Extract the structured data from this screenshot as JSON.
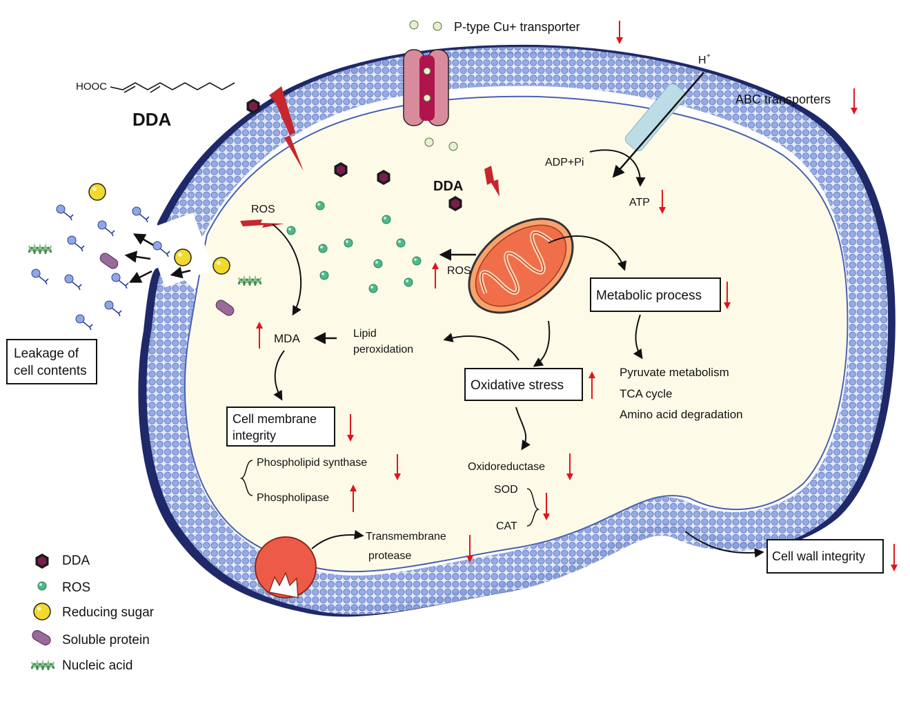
{
  "labels": {
    "cu_transporter": "P-type Cu+ transporter",
    "proton": "H",
    "proton_sup": "+",
    "abc_transporters": "ABC transporters",
    "adp_pi": "ADP+Pi",
    "atp": "ATP",
    "dda_title": "DDA",
    "dda_inside": "DDA",
    "dda_formula": "HOOC",
    "ros_top": "ROS",
    "ros_mito": "ROS",
    "metabolic_process": "Metabolic process",
    "mda": "MDA",
    "lipid_peroxidation_1": "Lipid",
    "lipid_peroxidation_2": "peroxidation",
    "oxidative_stress": "Oxidative stress",
    "pyruvate": "Pyruvate metabolism",
    "tca": "TCA cycle",
    "amino": "Amino acid degradation",
    "cell_membrane_1": "Cell membrane",
    "cell_membrane_2": "integrity",
    "phospholipid_synthase": "Phospholipid synthase",
    "phospholipase": "Phospholipase",
    "oxidoreductase": "Oxidoreductase",
    "sod": "SOD",
    "cat": "CAT",
    "transmembrane_1": "Transmembrane",
    "transmembrane_2": "protease",
    "cell_wall": "Cell wall integrity",
    "leakage_1": "Leakage of",
    "leakage_2": "cell contents"
  },
  "legend": [
    {
      "label": "DDA",
      "icon": "hexagon-icon"
    },
    {
      "label": "ROS",
      "icon": "green-dot-icon"
    },
    {
      "label": "Reducing sugar",
      "icon": "yellow-circle-icon"
    },
    {
      "label": "Soluble protein",
      "icon": "purple-capsule-icon"
    },
    {
      "label": "Nucleic acid",
      "icon": "dna-icon"
    }
  ],
  "colors": {
    "cytoplasm": "#fdfbe8",
    "wall": "#1f2868",
    "lipid_head": "#8fa7e2",
    "ros": "#4fb889",
    "dda": "#7a1d4e",
    "sugar": "#f2d92f",
    "protein": "#9b6a9c",
    "arrow_red": "#e0141b",
    "mito": "#f06e4a"
  }
}
